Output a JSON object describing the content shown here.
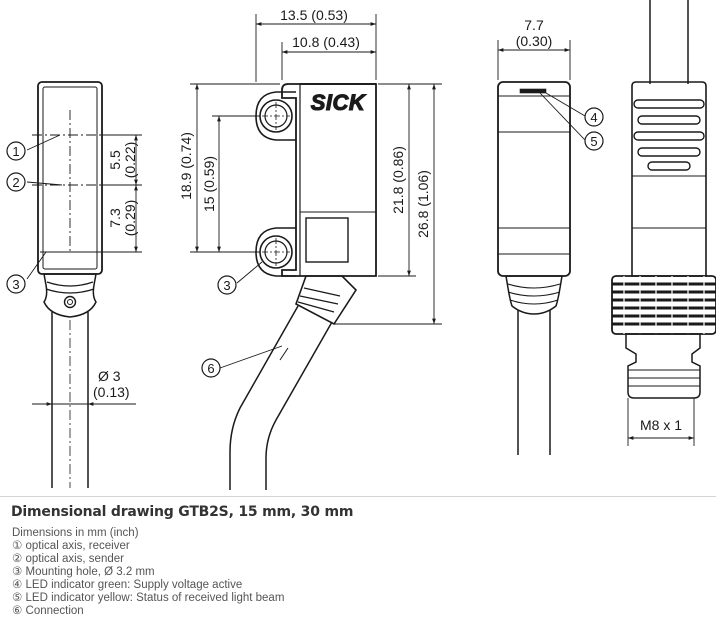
{
  "caption": {
    "title": "Dimensional drawing GTB2S, 15 mm, 30 mm",
    "units": "Dimensions in mm (inch)",
    "items": [
      {
        "num": "①",
        "text": "optical axis, receiver"
      },
      {
        "num": "②",
        "text": "optical axis, sender"
      },
      {
        "num": "③",
        "text": "Mounting hole, Ø 3.2 mm"
      },
      {
        "num": "④",
        "text": "LED indicator green: Supply voltage active"
      },
      {
        "num": "⑤",
        "text": "LED indicator yellow: Status of received light beam"
      },
      {
        "num": "⑥",
        "text": "Connection"
      }
    ]
  },
  "drawing": {
    "brand": "SICK",
    "callouts": [
      "1",
      "2",
      "3",
      "3",
      "4",
      "5",
      "6"
    ],
    "dims": {
      "width_total": "13.5 (0.53)",
      "width_inner": "10.8 (0.43)",
      "depth": "7.7",
      "depth_inch": "(0.30)",
      "height_a": "18.9 (0.74)",
      "height_b": "15 (0.59)",
      "height_c": "21.8 (0.86)",
      "height_d": "26.8 (1.06)",
      "axis_1": "5.5",
      "axis_1_inch": "(0.22)",
      "axis_2": "7.3",
      "axis_2_inch": "(0.29)",
      "cable_dia": "Ø 3",
      "cable_dia_inch": "(0.13)",
      "thread": "M8 x 1"
    }
  }
}
